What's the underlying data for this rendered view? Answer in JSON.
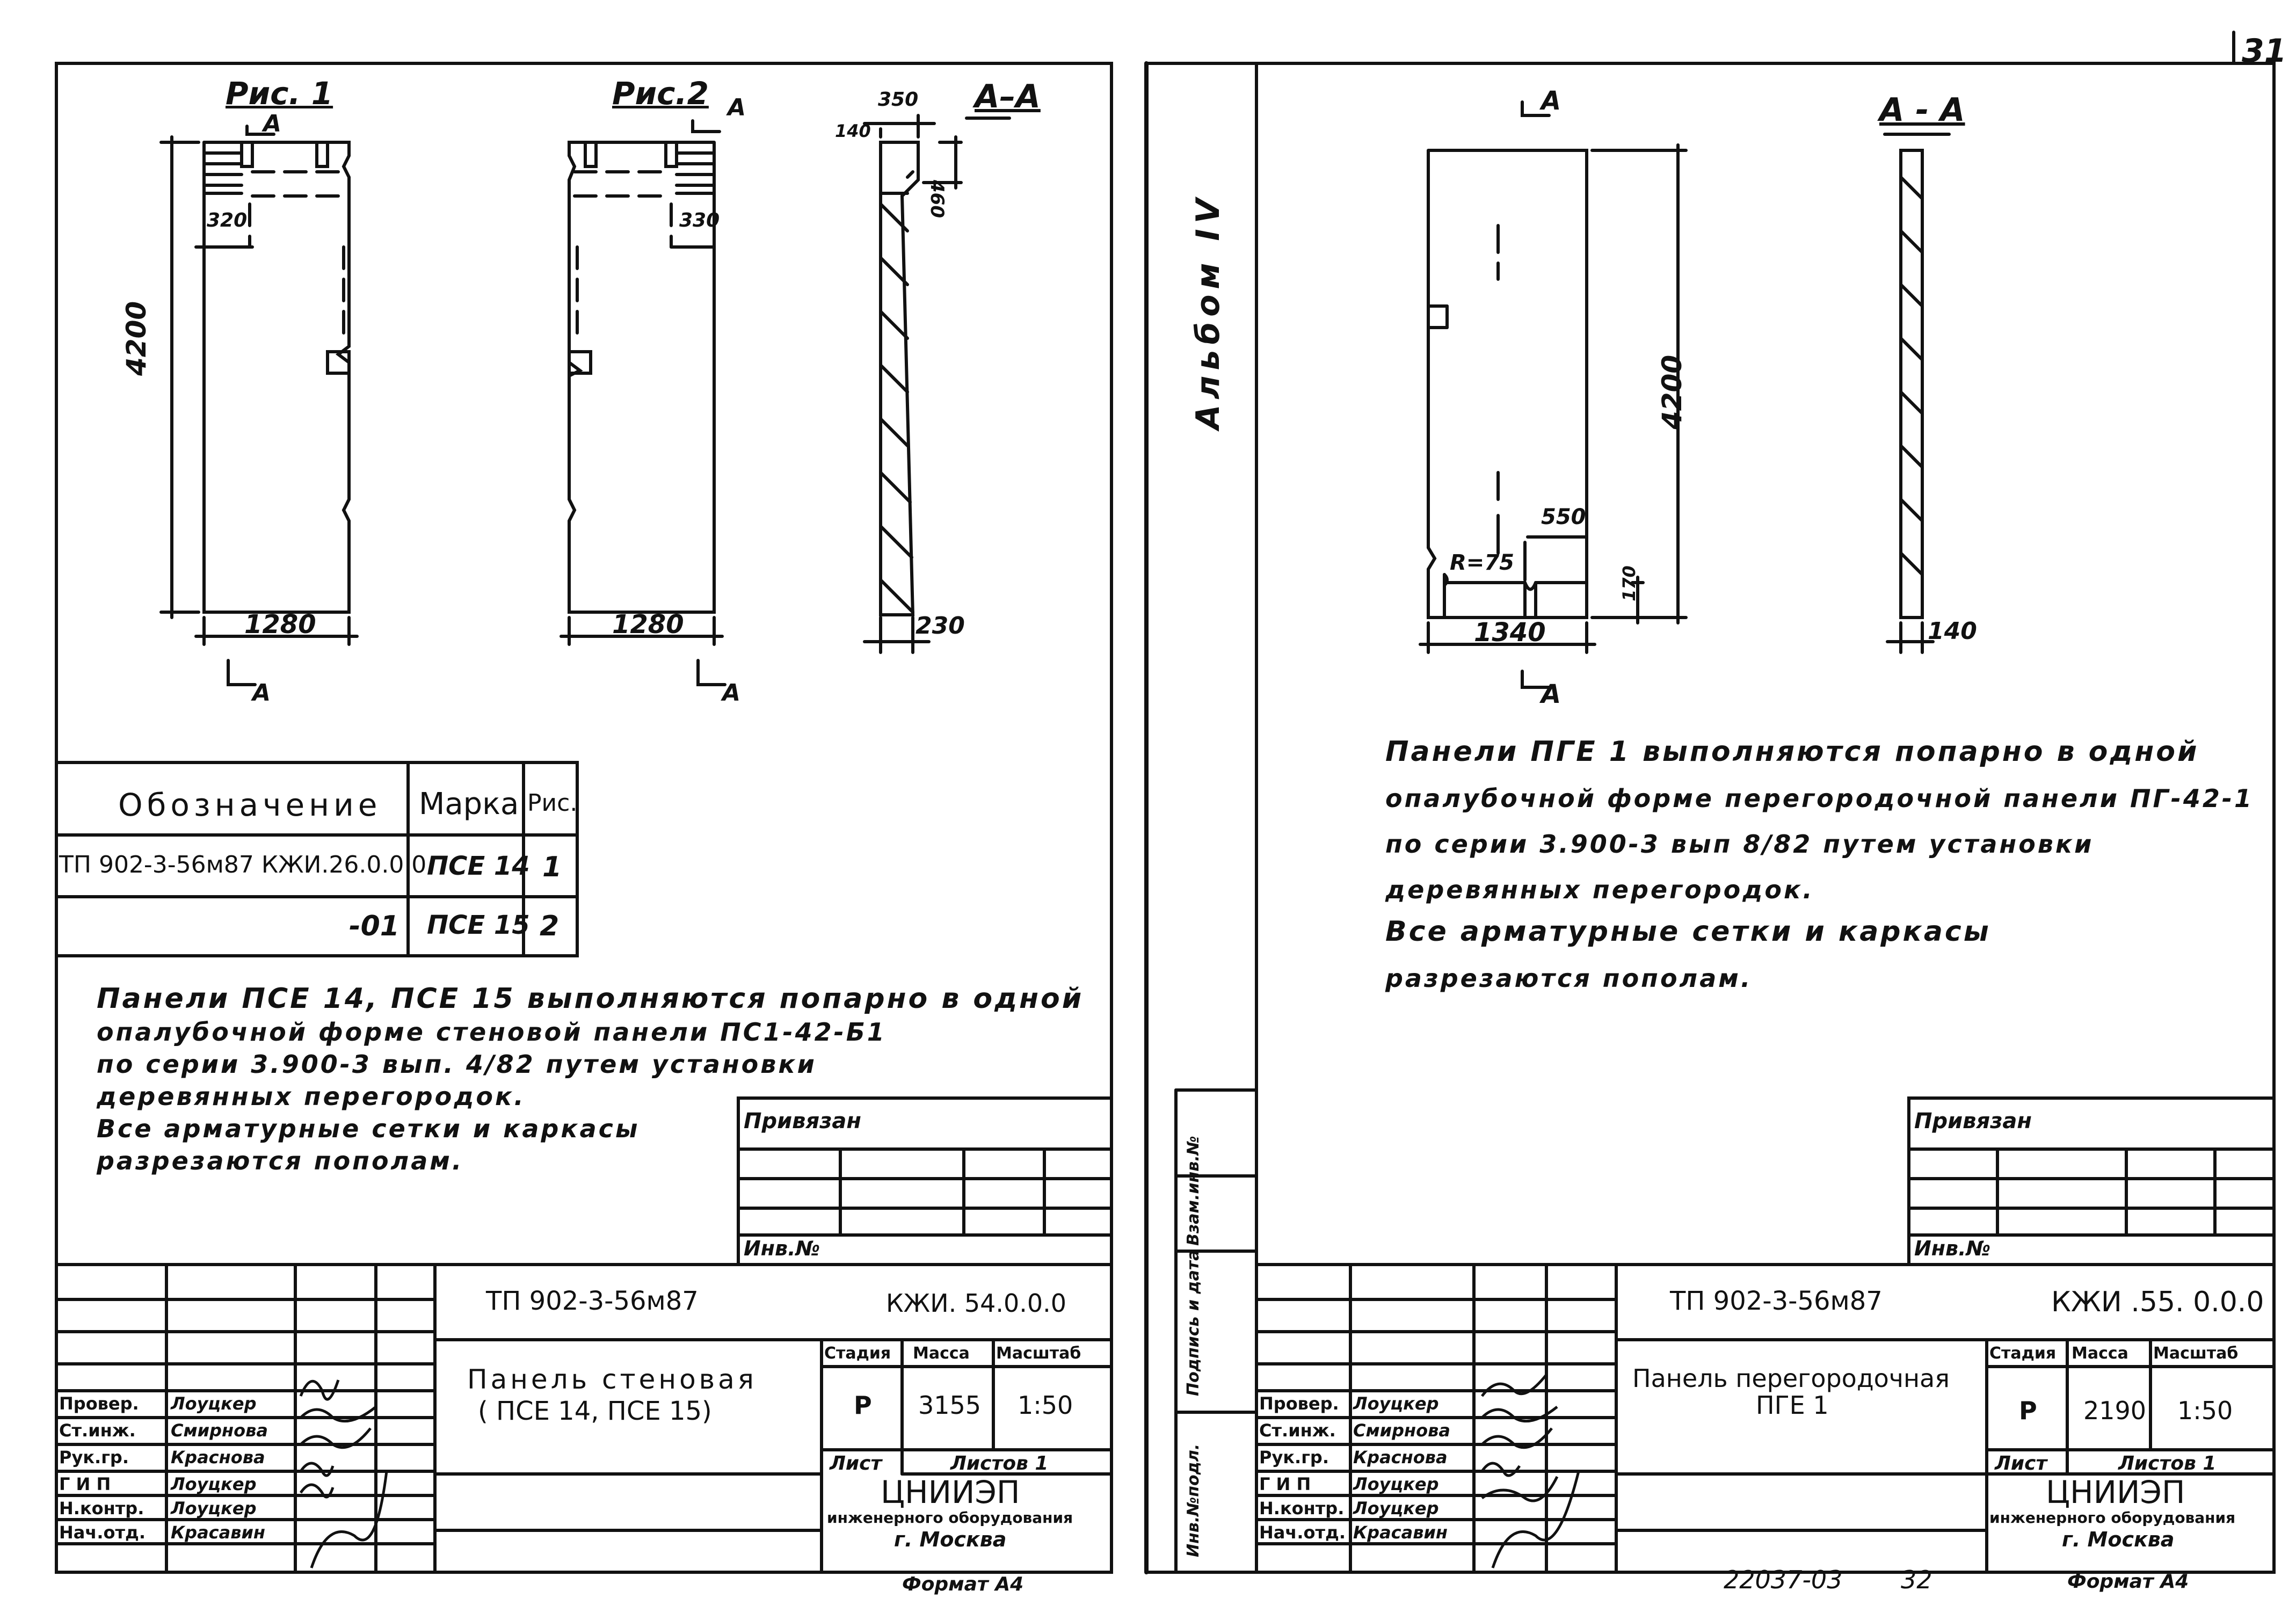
{
  "page_number": "31",
  "bottom_code": "22037-03",
  "bottom_num": "32",
  "album_label": "Альбом IV",
  "side_stamp": {
    "inv_podl": "Инв.№подл.",
    "podpis_data": "Подпись и дата",
    "vzam_inv": "Взам.инв.№"
  },
  "left": {
    "fig1_title": "Рис. 1",
    "fig2_title": "Рис.2",
    "section_title": "А–А",
    "cut_mark": "А",
    "dims": {
      "height": "4200",
      "width1": "1280",
      "width2": "1280",
      "notch1": "320",
      "notch2": "330",
      "top_w": "350",
      "top_140": "140",
      "top_460": "460",
      "bottom_230": "230"
    },
    "spec_table": {
      "headers": [
        "Обозначение",
        "Марка",
        "Рис."
      ],
      "rows": [
        {
          "designation": "ТП 902-3-56м87   КЖИ.26.0.0.0",
          "mark": "ПСЕ 14",
          "fig": "1"
        },
        {
          "designation": "-01",
          "mark": "ПСЕ 15",
          "fig": "2"
        }
      ]
    },
    "note_lines": [
      "Панели ПСЕ 14, ПСЕ 15 выполняются попарно в одной",
      "опалубочной форме стеновой панели ПС1-42-Б1",
      "по серии 3.900-3 вып. 4/82 путем установки",
      "деревянных перегородок.",
      "Все арматурные сетки и каркасы",
      "разрезаются пополам."
    ],
    "privyazan": "Привязан",
    "inv_no": "Инв.№",
    "title_block": {
      "project_code": "ТП 902-3-56м87",
      "doc_code": "КЖИ. 54.0.0.0",
      "name_line1": "Панель стеновая",
      "name_line2": "( ПСЕ 14, ПСЕ 15)",
      "stage_header": "Стадия",
      "mass_header": "Масса",
      "scale_header": "Масштаб",
      "stage": "Р",
      "mass": "3155",
      "scale": "1:50",
      "sheet": "Лист",
      "sheets": "Листов 1",
      "org_name": "ЦНИИЭП",
      "org_sub": "инженерного оборудования",
      "org_city": "г. Москва",
      "format": "Формат А4",
      "roles": [
        {
          "role": "Провер.",
          "name": "Лоуцкер"
        },
        {
          "role": "Ст.инж.",
          "name": "Смирнова"
        },
        {
          "role": "Рук.гр.",
          "name": "Краснова"
        },
        {
          "role": "Г И П",
          "name": "Лоуцкер"
        },
        {
          "role": "Н.контр.",
          "name": "Лоуцкер"
        },
        {
          "role": "Нач.отд.",
          "name": "Красавин"
        }
      ]
    }
  },
  "right": {
    "section_title": "А - А",
    "cut_mark": "А",
    "dims": {
      "height": "4200",
      "width": "1340",
      "radius": "R=75",
      "notch_w": "550",
      "notch_h": "170",
      "thickness": "140"
    },
    "note_lines": [
      "Панели ПГЕ 1 выполняются попарно в одной",
      "опалубочной форме перегородочной панели ПГ-42-1",
      "по серии 3.900-3 вып 8/82 путем установки",
      "деревянных перегородок.",
      "Все арматурные сетки и каркасы",
      "разрезаются пополам."
    ],
    "privyazan": "Привязан",
    "inv_no": "Инв.№",
    "title_block": {
      "project_code": "ТП 902-3-56м87",
      "doc_code": "КЖИ .55. 0.0.0",
      "name_line1": "Панель перегородочная",
      "name_line2": "ПГЕ 1",
      "stage_header": "Стадия",
      "mass_header": "Масса",
      "scale_header": "Масштаб",
      "stage": "Р",
      "mass": "2190",
      "scale": "1:50",
      "sheet": "Лист",
      "sheets": "Листов 1",
      "org_name": "ЦНИИЭП",
      "org_sub": "инженерного оборудования",
      "org_city": "г. Москва",
      "format": "Формат А4",
      "roles": [
        {
          "role": "Провер.",
          "name": "Лоуцкер"
        },
        {
          "role": "Ст.инж.",
          "name": "Смирнова"
        },
        {
          "role": "Рук.гр.",
          "name": "Краснова"
        },
        {
          "role": "Г И П",
          "name": "Лоуцкер"
        },
        {
          "role": "Н.контр.",
          "name": "Лоуцкер"
        },
        {
          "role": "Нач.отд.",
          "name": "Красавин"
        }
      ]
    }
  }
}
